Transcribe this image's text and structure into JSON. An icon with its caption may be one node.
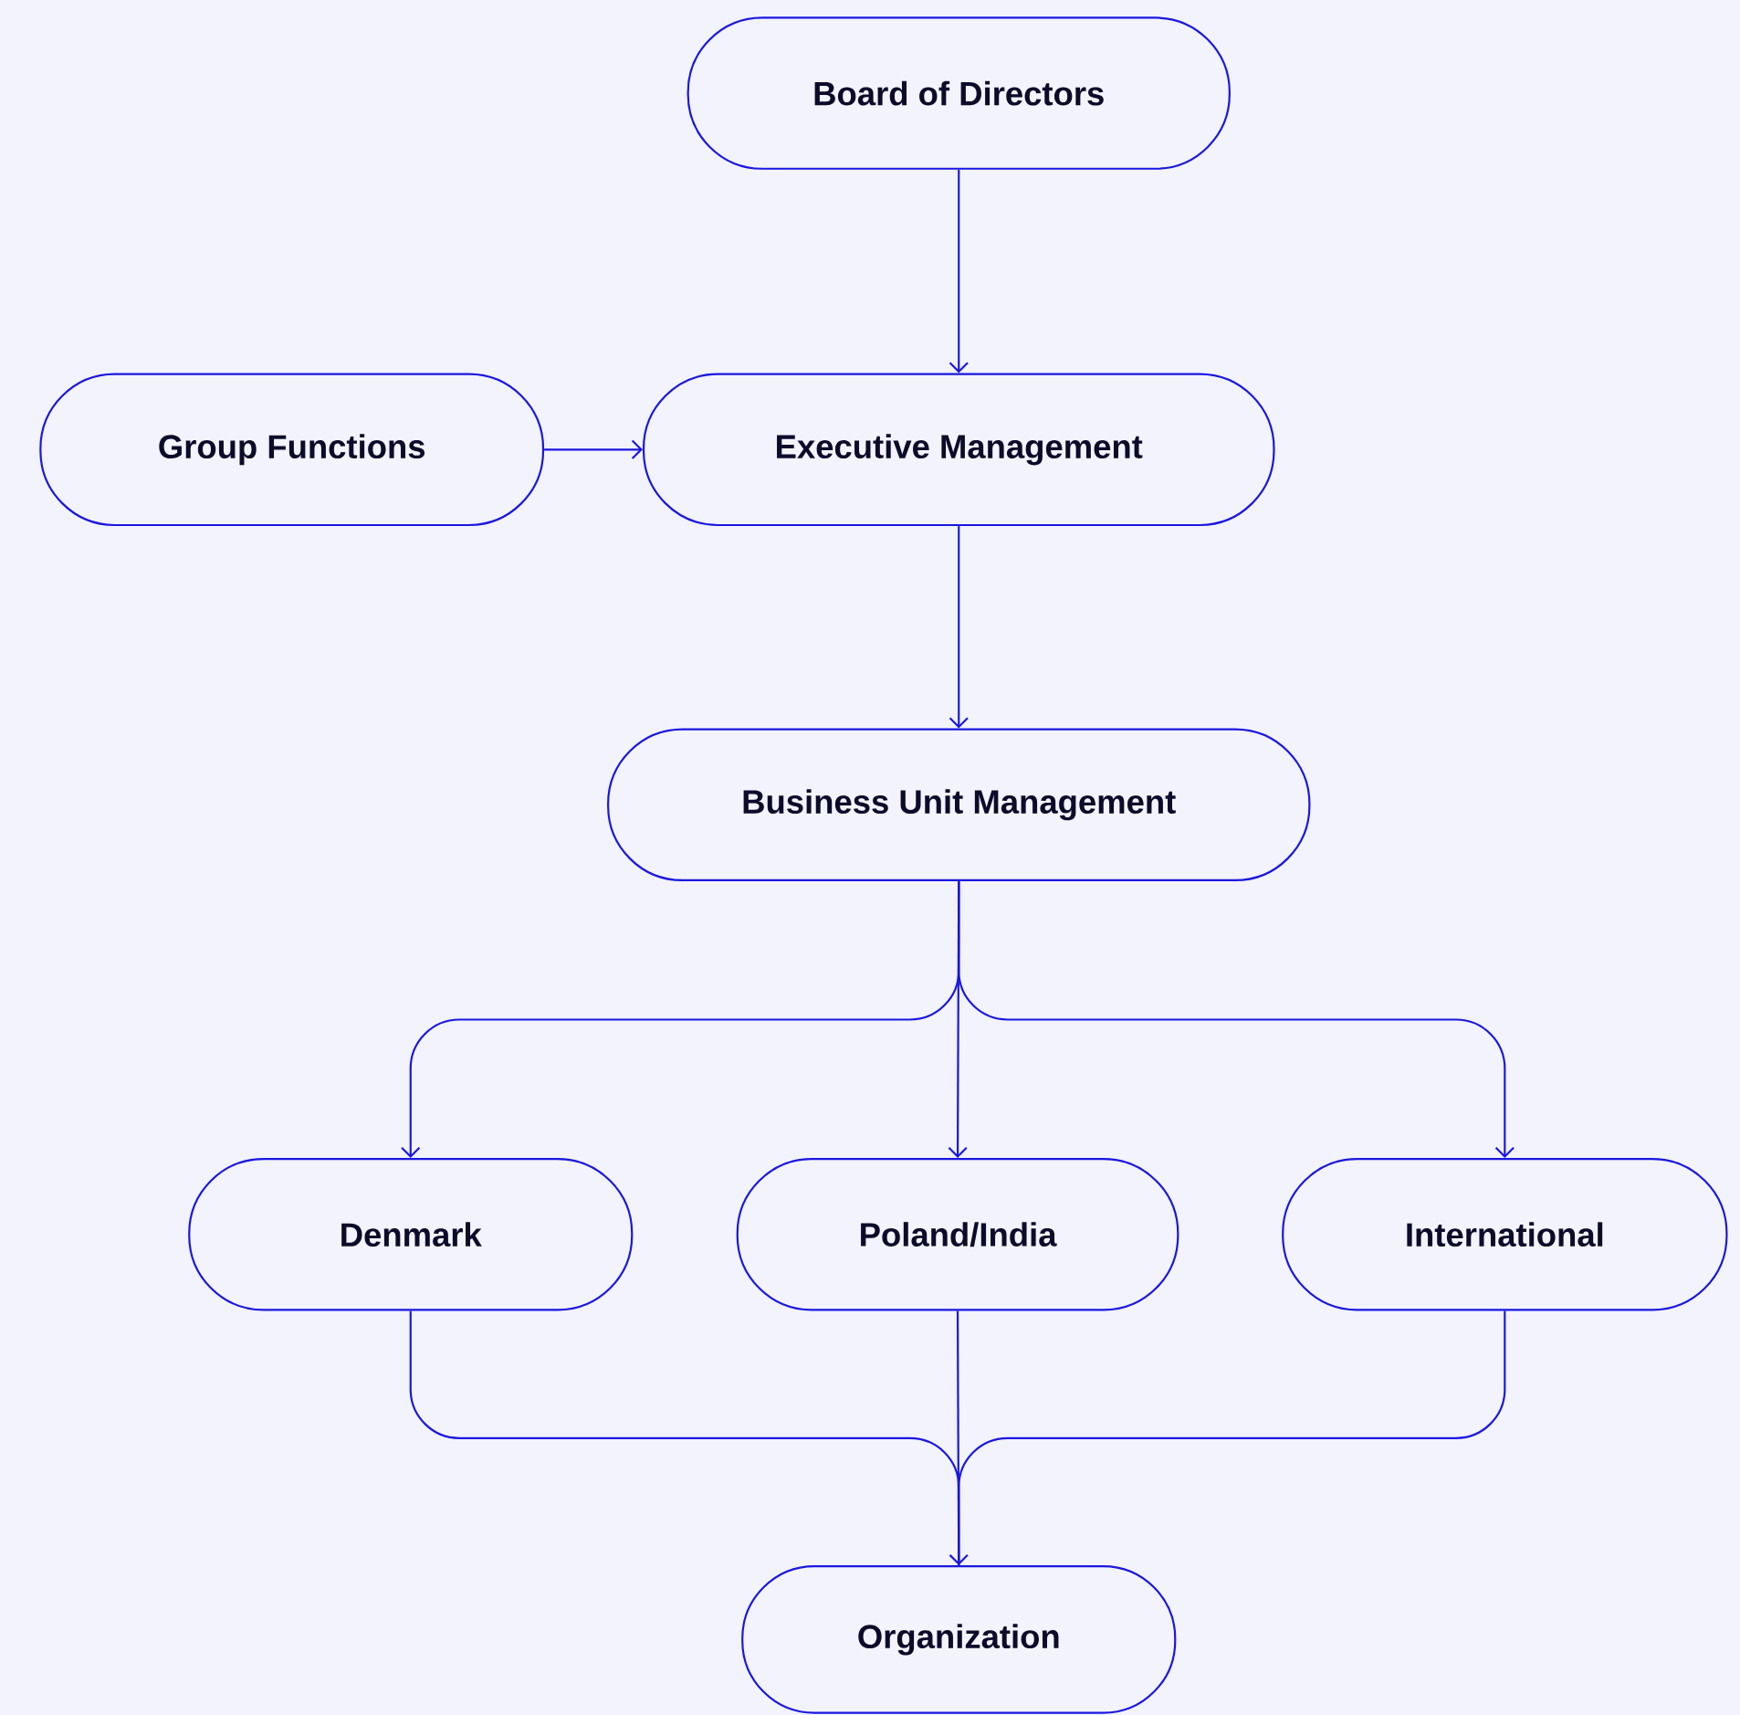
{
  "diagram": {
    "nodes": [
      {
        "text": [
          "Board of Directors"
        ]
      },
      {
        "text": [
          "Group Functions"
        ]
      },
      {
        "text": [
          "Executive Management"
        ]
      },
      {
        "text": [
          "Business Unit Management"
        ]
      },
      {
        "text": [
          "Denmark"
        ]
      },
      {
        "text": [
          "Poland/India"
        ]
      },
      {
        "text": [
          "International"
        ]
      },
      {
        "text": [
          "Organization"
        ]
      }
    ],
    "edges": [
      {
        "from": 0,
        "to": 2,
        "arrow": "to"
      },
      {
        "from": 1,
        "to": 2,
        "arrow": "to"
      },
      {
        "from": 2,
        "to": 3,
        "arrow": "to"
      },
      {
        "from": 3,
        "to": 4,
        "arrow": "to"
      },
      {
        "from": 3,
        "to": 5,
        "arrow": "to"
      },
      {
        "from": 3,
        "to": 6,
        "arrow": "to"
      },
      {
        "from": 4,
        "to": 7,
        "arrow": "none"
      },
      {
        "from": 5,
        "to": 7,
        "arrow": "to"
      },
      {
        "from": 6,
        "to": 7,
        "arrow": "none"
      }
    ]
  }
}
